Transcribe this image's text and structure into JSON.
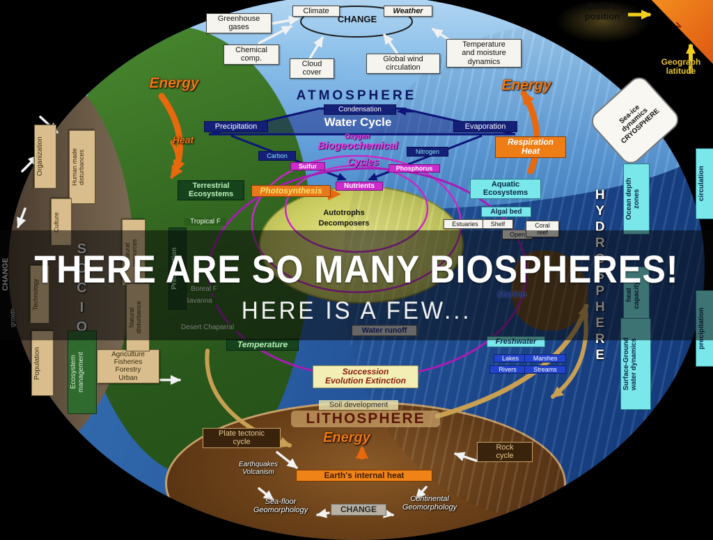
{
  "overlay": {
    "title": "THERE ARE SO MANY BIOSPHERES!",
    "subtitle": "HERE IS A FEW..."
  },
  "corner": {
    "radiation": "ATION",
    "earths_position": "Earth's\nposition",
    "geographic_latitude": "Geograph\nlatitude"
  },
  "atmosphere": {
    "title": "ATMOSPHERE",
    "climate": "Climate",
    "change": "CHANGE",
    "weather": "Weather",
    "greenhouse_gases": "Greenhouse\ngases",
    "chemical_comp": "Chemical\ncomp.",
    "cloud_cover": "Cloud\ncover",
    "global_wind": "Global wind\ncirculation",
    "temp_moisture": "Temperature\nand moisture\ndynamics",
    "energy_left": "Energy",
    "energy_right": "Energy",
    "condensation": "Condensation",
    "water_cycle": "Water Cycle",
    "precipitation": "Precipitation",
    "evaporation": "Evaporation",
    "heat": "Heat",
    "respiration_heat": "Respiration\nHeat"
  },
  "biogeochem": {
    "title_line1": "Biogeochemical",
    "title_line2": "Cycles",
    "oxygen": "Oxygen",
    "carbon": "Carbon",
    "nitrogen": "Nitrogen",
    "sulfur": "Sulfur",
    "phosphorus": "Phosphorus",
    "nutrients": "Nutrients"
  },
  "biosphere": {
    "terrestrial": "Terrestrial\nEcosystems",
    "photosynthesis": "Photosynthesis",
    "aquatic": "Aquatic\nEcosystems",
    "algal_bed": "Algal bed",
    "autotrophs": "Autotrophs",
    "decomposers": "Decomposers",
    "estuaries": "Estuaries",
    "shelf": "Shelf",
    "open": "Open",
    "coral_reef": "Coral\nreef",
    "tropical_f": "Tropical F",
    "boreal_f": "Boreal F",
    "savanna": "Savanna",
    "desert_chaparral": "Desert Chaparral",
    "precipitation_vert": "Precipitation",
    "temperature": "Temperature",
    "water_runoff": "Water runoff",
    "marine": "Marine",
    "freshwater": "Freshwater",
    "lakes": "Lakes",
    "rivers": "Rivers",
    "marshes": "Marshes",
    "streams": "Streams",
    "succession": "Succession\nEvolution Extinction",
    "soil_development": "Soil development"
  },
  "lithosphere": {
    "title": "LITHOSPHERE",
    "energy": "Energy",
    "plate_tectonic": "Plate tectonic\ncycle",
    "earthquakes": "Earthquakes\nVolcanism",
    "internal_heat": "Earth's internal heat",
    "rock_cycle": "Rock\ncycle",
    "seafloor": "Sea-floor\nGeomorphology",
    "change": "CHANGE",
    "continental": "Continental\nGeomorphology"
  },
  "socio": {
    "title": "SOCIO",
    "organization": "Organization",
    "human_disturbances": "Human made\ndisturbances",
    "culture": "Culture",
    "technology": "Technology",
    "growth": "growth",
    "population": "Population",
    "ecosystem_mgmt": "Ecosystem\nmanagement",
    "agriculture": "Agriculture\nFisheries\nForestry\nUrban",
    "natural_resources": "Natural\nresources",
    "natural_disturbance": "Natural\ndisturbance",
    "change": "CHANGE"
  },
  "hydrosphere": {
    "title": "HYDROSPHERE",
    "cryosphere": "Sea-ice\ndynamics\nCRYOSPHERE",
    "ocean_depth": "Ocean depth\nzones",
    "heat_capacity": "heat\ncapacity",
    "surface_ground": "Surface-Ground\nwater dynamics",
    "circulation": "circulation",
    "precipitation": "precipitation"
  },
  "colors": {
    "energy_orange": "#f07812",
    "cycle_magenta": "#cc2ccc",
    "hydro_cyan": "#7ae8ea",
    "overlay_text": "#ffffff"
  }
}
